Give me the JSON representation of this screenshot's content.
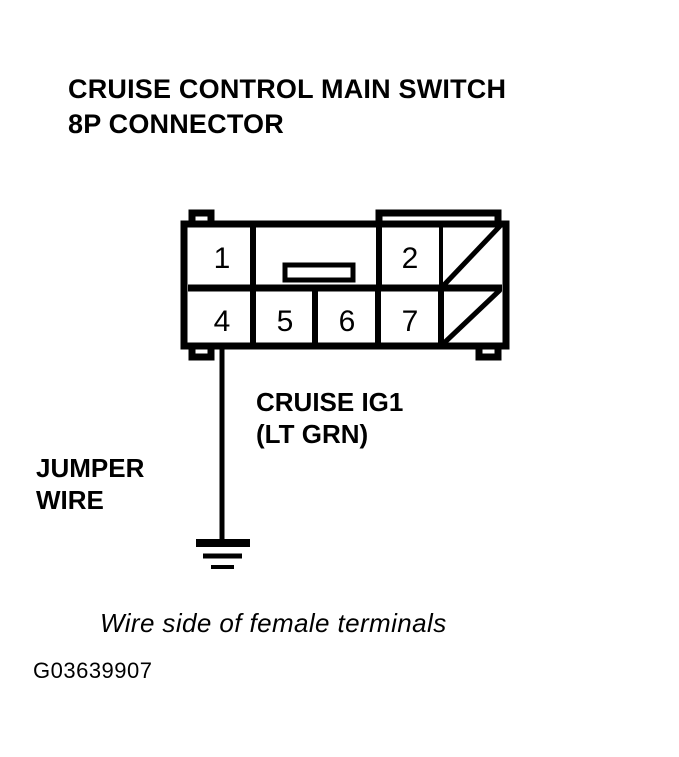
{
  "title": {
    "line1": "CRUISE CONTROL MAIN SWITCH",
    "line2": "8P CONNECTOR"
  },
  "connector": {
    "type": "8P",
    "view": "wire side of female terminals",
    "top_row": [
      {
        "pin": "1",
        "state": "terminal"
      },
      {
        "pin": "",
        "state": "gap"
      },
      {
        "pin": "2",
        "state": "terminal"
      },
      {
        "pin": "",
        "state": "unused-slashed"
      }
    ],
    "bottom_row": [
      {
        "pin": "4",
        "state": "terminal"
      },
      {
        "pin": "5",
        "state": "terminal"
      },
      {
        "pin": "6",
        "state": "terminal"
      },
      {
        "pin": "7",
        "state": "terminal"
      },
      {
        "pin": "",
        "state": "unused-slashed"
      }
    ]
  },
  "callouts": {
    "circuit_name": "CRUISE IG1",
    "wire_color": "(LT GRN)",
    "jumper_line1": "JUMPER",
    "jumper_line2": "WIRE"
  },
  "caption": "Wire side of female terminals",
  "figure_id": "G03639907",
  "colors": {
    "ink": "#000000",
    "background": "#ffffff"
  }
}
